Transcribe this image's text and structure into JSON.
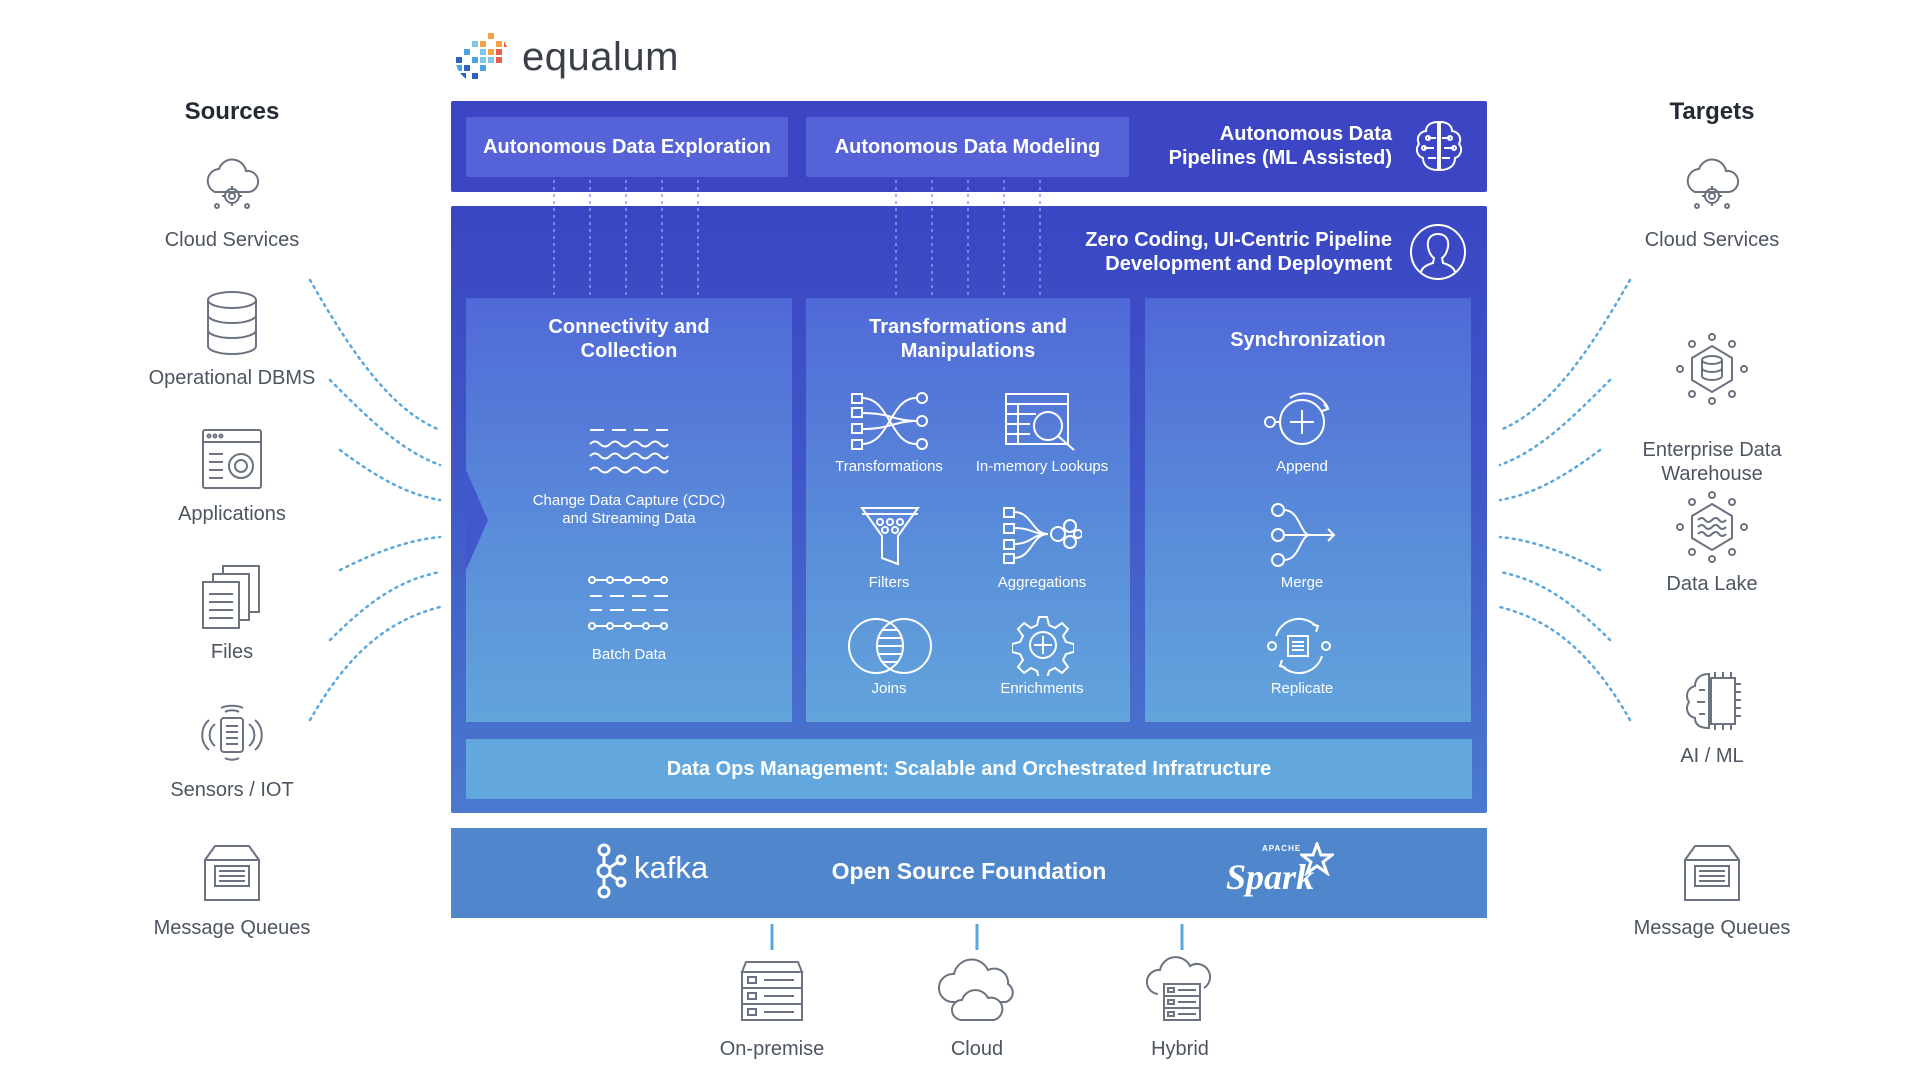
{
  "brand": {
    "name": "equalum",
    "logo_icon": "globe-logo-icon"
  },
  "sources": {
    "title": "Sources",
    "items": [
      {
        "label": "Cloud Services",
        "icon": "cloud-gear-icon"
      },
      {
        "label": "Operational DBMS",
        "icon": "database-icon"
      },
      {
        "label": "Applications",
        "icon": "application-window-icon"
      },
      {
        "label": "Files",
        "icon": "files-icon"
      },
      {
        "label": "Sensors / IOT",
        "icon": "sensor-icon"
      },
      {
        "label": "Message Queues",
        "icon": "message-tray-icon"
      }
    ]
  },
  "targets": {
    "title": "Targets",
    "items": [
      {
        "label": "Cloud Services",
        "icon": "cloud-gear-icon"
      },
      {
        "label": "Enterprise Data\nWarehouse",
        "icon": "warehouse-hex-icon"
      },
      {
        "label": "Data Lake",
        "icon": "data-lake-hex-icon"
      },
      {
        "label": "AI / ML",
        "icon": "brain-chip-icon"
      },
      {
        "label": "Message Queues",
        "icon": "message-tray-icon"
      }
    ]
  },
  "top": {
    "exploration": "Autonomous Data Exploration",
    "modeling": "Autonomous Data Modeling",
    "pipelines_line1": "Autonomous Data",
    "pipelines_line2": "Pipelines (ML Assisted)"
  },
  "main": {
    "heading_line1": "Zero Coding, UI-Centric Pipeline",
    "heading_line2": "Development and Deployment",
    "connectivity": {
      "title_line1": "Connectivity and",
      "title_line2": "Collection",
      "cdc_line1": "Change Data Capture (CDC)",
      "cdc_line2": "and Streaming Data",
      "batch": "Batch Data"
    },
    "transformations": {
      "title_line1": "Transformations and",
      "title_line2": "Manipulations",
      "items": [
        "Transformations",
        "In-memory Lookups",
        "Filters",
        "Aggregations",
        "Joins",
        "Enrichments"
      ]
    },
    "sync": {
      "title": "Synchronization",
      "items": [
        "Append",
        "Merge",
        "Replicate"
      ]
    },
    "dataops": "Data Ops Management: Scalable and Orchestrated Infratructure"
  },
  "foundation": {
    "kafka": "kafka",
    "title": "Open Source Foundation",
    "spark": "Spark",
    "spark_small": "APACHE"
  },
  "deployment": [
    "On-premise",
    "Cloud",
    "Hybrid"
  ],
  "colors": {
    "top_bar": "#3c46c4",
    "main_panel": "#3a46c3",
    "subpanel": "#5a8fd9",
    "dataops": "#62a8de",
    "foundation": "#4f86cc",
    "connector_lines": "#5aa7dc"
  }
}
